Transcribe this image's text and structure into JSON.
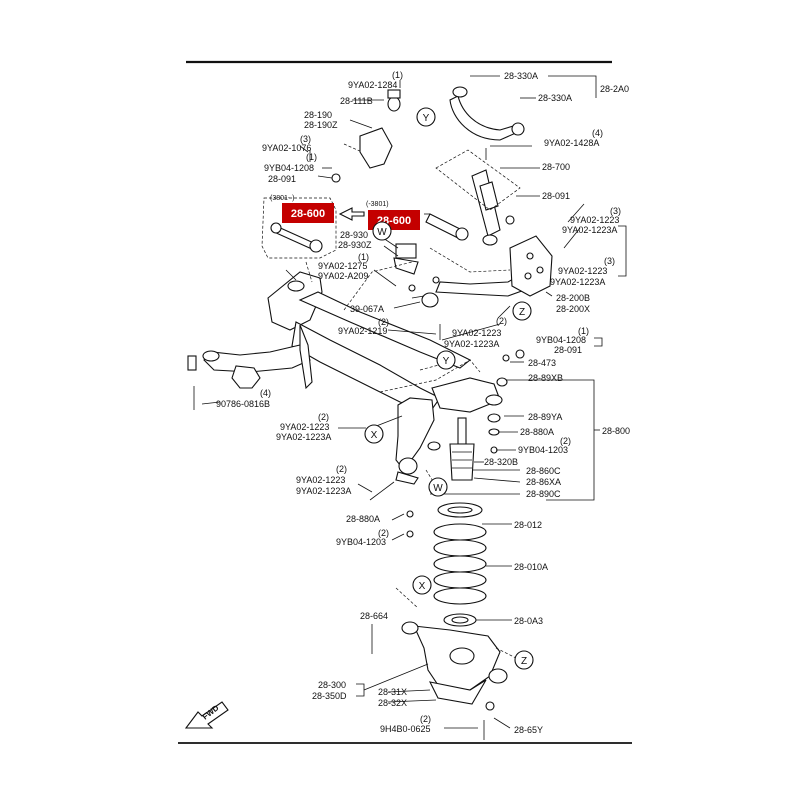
{
  "callouts": {
    "left": "28-600",
    "right": "28-600",
    "color": "#c40000"
  },
  "bracket_codes": {
    "left": "(3801- )",
    "right": "(-3801)"
  },
  "fwd_label": "FWD",
  "circles": {
    "y_top": "Y",
    "z_upper": "Z",
    "w_upper": "W",
    "y_mid": "Y",
    "x_mid": "X",
    "w_mid": "W",
    "x_low": "X",
    "z_low": "Z"
  },
  "labels": {
    "q1_a": "(1)",
    "p_9ya02_1284": "9YA02-1284",
    "p_28_111b": "28-111B",
    "p_28_190": "28-190",
    "p_28_190z": "28-190Z",
    "q3_a": "(3)",
    "p_9ya02_1076": "9YA02-1076",
    "q1_b": "(1)",
    "p_9yb04_1208_a": "9YB04-1208",
    "p_28_091_a": "28-091",
    "p_28_330a_a": "28-330A",
    "p_28_2a0": "28-2A0",
    "p_28_330a_b": "28-330A",
    "q4_a": "(4)",
    "p_9ya02_1428a": "9YA02-1428A",
    "p_28_700": "28-700",
    "p_28_091_b": "28-091",
    "q3_b": "(3)",
    "p_9ya02_1223_a": "9YA02-1223",
    "p_9ya02_1223a_a": "9YA02-1223A",
    "p_28_930": "28-930",
    "p_28_930z": "28-930Z",
    "q1_c": "(1)",
    "p_9ya02_1275": "9YA02-1275",
    "p_9ya02_a209": "9YA02-A209",
    "q3_c": "(3)",
    "p_9ya02_1223_b": "9YA02-1223",
    "p_9ya02_1223a_b": "9YA02-1223A",
    "p_28_200b": "28-200B",
    "p_28_200x": "28-200X",
    "p_39_067a": "39-067A",
    "q2_a": "(2)",
    "p_9ya02_1219": "9YA02-1219",
    "q2_b": "(2)",
    "p_9ya02_1223_c": "9YA02-1223",
    "p_9ya02_1223a_c": "9YA02-1223A",
    "q1_d": "(1)",
    "p_9yb04_1208_b": "9YB04-1208",
    "p_28_091_c": "28-091",
    "p_28_473": "28-473",
    "p_28_89xb": "28-89XB",
    "q4_b": "(4)",
    "p_90786_0816b": "90786-0816B",
    "q2_c": "(2)",
    "p_9ya02_1223_d": "9YA02-1223",
    "p_9ya02_1223a_d": "9YA02-1223A",
    "p_28_89ya": "28-89YA",
    "p_28_880a_a": "28-880A",
    "p_28_800": "28-800",
    "q2_d": "(2)",
    "p_9yb04_1203_a": "9YB04-1203",
    "p_28_320b": "28-320B",
    "p_28_860c": "28-860C",
    "p_28_86xa": "28-86XA",
    "p_28_890c": "28-890C",
    "q2_e": "(2)",
    "p_9ya02_1223_e": "9YA02-1223",
    "p_9ya02_1223a_e": "9YA02-1223A",
    "p_28_880a_b": "28-880A",
    "q2_f": "(2)",
    "p_9yb04_1203_b": "9YB04-1203",
    "p_28_012": "28-012",
    "p_28_010a": "28-010A",
    "p_28_664": "28-664",
    "p_28_0a3": "28-0A3",
    "p_28_300": "28-300",
    "p_28_350d": "28-350D",
    "p_28_31x": "28-31X",
    "p_28_32x": "28-32X",
    "q2_g": "(2)",
    "p_9h4b0_0625": "9H4B0-0625",
    "p_28_65y": "28-65Y"
  }
}
